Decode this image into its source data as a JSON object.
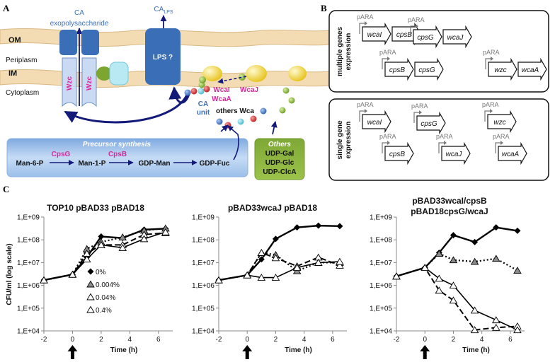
{
  "panels": {
    "a": "A",
    "b": "B",
    "c": "C"
  },
  "panel_a": {
    "membrane_labels": {
      "om": "OM",
      "periplasm": "Periplasm",
      "im": "IM",
      "cytoplasm": "Cytoplasm"
    },
    "ca_exopolysaccharide_line1": "CA",
    "ca_exopolysaccharide_line2": "exopolysaccharide",
    "ca_lps_main": "CA",
    "ca_lps_sub": "LPS",
    "lps_question": "LPS ?",
    "wzc": "Wzc",
    "wcai": "WcaI",
    "wcaa": "WcaA",
    "wcaj": "WcaJ",
    "ca_unit_line1": "CA",
    "ca_unit_line2": "unit",
    "others_wca": "others Wca",
    "precursor_title": "Precursor synthesis",
    "precursors": [
      "Man-6-P",
      "Man-1-P",
      "GDP-Man",
      "GDP-Fuc"
    ],
    "enzymes": [
      "CpsG",
      "CpsB"
    ],
    "others_title": "Others",
    "others_items": [
      "UDP-Gal",
      "UDP-Glc",
      "UDP-ClcA"
    ],
    "colors": {
      "membrane": "#f3dcb4",
      "wzc_blue": "#4f7fc1",
      "magenta": "#d72a9a",
      "arrow": "#141a7a",
      "green_box": "#8cb43a",
      "blue_box": "#a9c8ee"
    }
  },
  "panel_b": {
    "multiple_label_line1": "multiple genes",
    "multiple_label_line2": "expression",
    "single_label_line1": "single gene",
    "single_label_line2": "expression",
    "promoter": "pARA",
    "multiple_constructs": [
      [
        "wcaI",
        "cpsB"
      ],
      [
        "cpsG",
        "wcaJ"
      ],
      [
        "cpsB",
        "cpsG"
      ],
      [
        "wzc",
        "wcaA"
      ]
    ],
    "single_constructs": [
      "wcaI",
      "cpsG",
      "wzc",
      "cpsB",
      "wcaJ",
      "wcaA"
    ]
  },
  "chart_data": [
    {
      "type": "line",
      "title": "TOP10 pBAD33 pBAD18",
      "xlabel": "Time (h)",
      "ylabel": "CFU/ml (log scale)",
      "xlim": [
        -2,
        7
      ],
      "xticks": [
        "-2",
        "0",
        "2",
        "4",
        "6"
      ],
      "ylim": [
        10000,
        1000000000
      ],
      "yscale": "log",
      "yticks": [
        "1,E+04",
        "1,E+05",
        "1,E+06",
        "1,E+07",
        "1,E+08",
        "1,E+09"
      ],
      "legend_position": "bottom-center",
      "series": [
        {
          "name": "0%",
          "x": [
            -2,
            0,
            1,
            2,
            3.5,
            5,
            6.5
          ],
          "y": [
            1700000,
            3000000,
            17000000,
            140000000,
            120000000,
            280000000,
            310000000
          ]
        },
        {
          "name": "0.004%",
          "x": [
            -2,
            0,
            1,
            2,
            3.5,
            5,
            6.5
          ],
          "y": [
            1700000,
            3000000,
            40000000,
            80000000,
            130000000,
            260000000,
            320000000
          ]
        },
        {
          "name": "0.04%",
          "x": [
            -2,
            0,
            1,
            2,
            3.5,
            5,
            6.5
          ],
          "y": [
            1700000,
            3000000,
            25000000,
            60000000,
            60000000,
            170000000,
            200000000
          ]
        },
        {
          "name": "0.4%",
          "x": [
            -2,
            0,
            1,
            2,
            3.5,
            5,
            6.5
          ],
          "y": [
            1700000,
            3000000,
            14000000,
            60000000,
            45000000,
            110000000,
            220000000
          ]
        }
      ]
    },
    {
      "type": "line",
      "title": "pBAD33wcaJ pBAD18",
      "xlabel": "Time (h)",
      "xlim": [
        -2,
        7
      ],
      "xticks": [
        "-2",
        "0",
        "2",
        "4",
        "6"
      ],
      "ylim": [
        10000,
        1000000000
      ],
      "yscale": "log",
      "yticks": [
        "1,E+04",
        "1,E+05",
        "1,E+06",
        "1,E+07",
        "1,E+08",
        "1,E+09"
      ],
      "series": [
        {
          "name": "0%",
          "x": [
            -2,
            0,
            1,
            2,
            3.5,
            5,
            6.5
          ],
          "y": [
            1700000,
            2800000,
            14000000,
            110000000,
            350000000,
            420000000,
            400000000
          ]
        },
        {
          "name": "0.004%",
          "x": [
            -2,
            0,
            1,
            2,
            3.5,
            5,
            6.5
          ],
          "y": [
            1700000,
            2800000,
            27000000,
            22000000,
            4300000,
            10000000,
            10000000
          ]
        },
        {
          "name": "0.04%",
          "x": [
            -2,
            0,
            1,
            2,
            3.5,
            5,
            6.5
          ],
          "y": [
            1700000,
            2800000,
            27000000,
            16000000,
            7000000,
            17000000,
            7500000
          ]
        },
        {
          "name": "0.4%",
          "x": [
            -2,
            0,
            1,
            2,
            3.5,
            5,
            6.5
          ],
          "y": [
            1700000,
            2800000,
            2200000,
            2200000,
            6000000,
            10000000,
            11000000
          ]
        }
      ]
    },
    {
      "type": "line",
      "title_line1": "pBAD33wcaI/cpsB",
      "title_line2": "pBAD18cpsG/wcaJ",
      "xlabel": "Time (h)",
      "xlim": [
        -2,
        7
      ],
      "xticks": [
        "-2",
        "0",
        "2",
        "4",
        "6"
      ],
      "ylim": [
        10000,
        1000000000
      ],
      "yscale": "log",
      "yticks": [
        "1,E+04",
        "1,E+05",
        "1,E+06",
        "1,E+07",
        "1,E+08",
        "1,E+09"
      ],
      "series": [
        {
          "name": "0%",
          "x": [
            -2,
            0,
            1,
            2,
            3.5,
            5,
            6.5
          ],
          "y": [
            2500000,
            6000000,
            27000000,
            160000000,
            80000000,
            350000000,
            250000000
          ]
        },
        {
          "name": "0.004%",
          "x": [
            -2,
            0,
            1,
            2,
            3.5,
            5,
            6.5
          ],
          "y": [
            2500000,
            6000000,
            25000000,
            13000000,
            11000000,
            15000000,
            4500000
          ]
        },
        {
          "name": "0.04%",
          "x": [
            -2,
            0,
            1,
            2,
            3.5,
            5,
            6.5
          ],
          "y": [
            2500000,
            6000000,
            600000,
            220000,
            11000,
            14000,
            16000
          ]
        },
        {
          "name": "0.4%",
          "x": [
            -2,
            0,
            1,
            2,
            3.5,
            5,
            6.5
          ],
          "y": [
            2500000,
            6000000,
            2000000,
            1000000,
            80000,
            30000,
            11000
          ]
        }
      ]
    }
  ]
}
